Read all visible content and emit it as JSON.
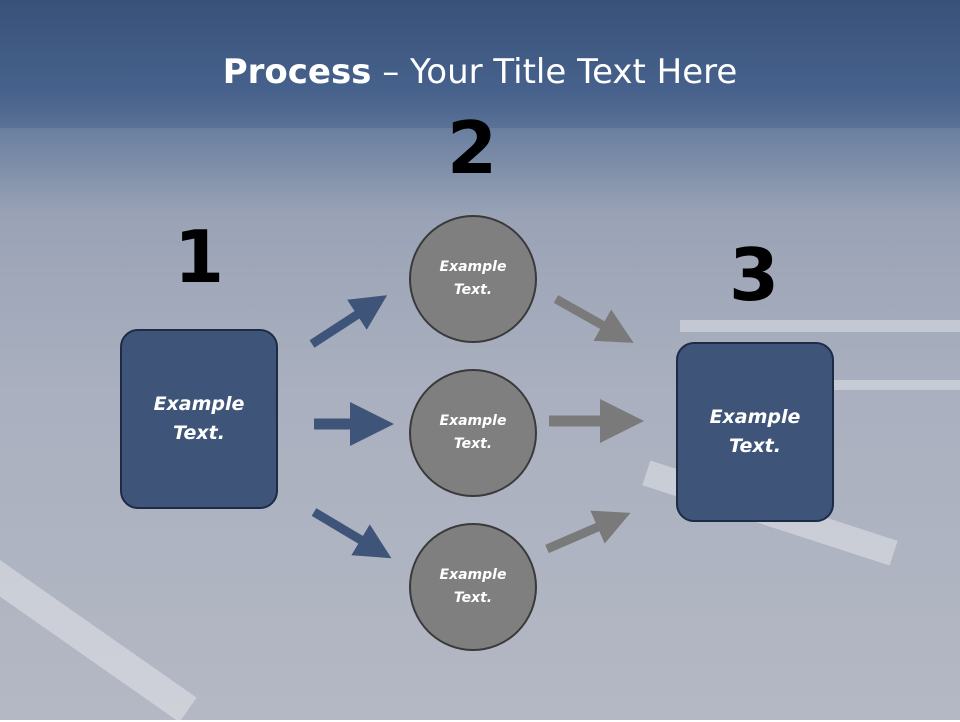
{
  "title": {
    "bold": "Process",
    "rest": " – Your Title Text Here"
  },
  "numbers": [
    "1",
    "2",
    "3"
  ],
  "boxes": {
    "left": "Example\nText.",
    "right": "Example\nText."
  },
  "circles": [
    "Example\nText.",
    "Example\nText.",
    "Example\nText."
  ],
  "colors": {
    "box_fill": "#3e5579",
    "circle_fill": "#7f7f7f",
    "arrow_blue": "#3e5579",
    "arrow_gray": "#7a7a7a"
  }
}
